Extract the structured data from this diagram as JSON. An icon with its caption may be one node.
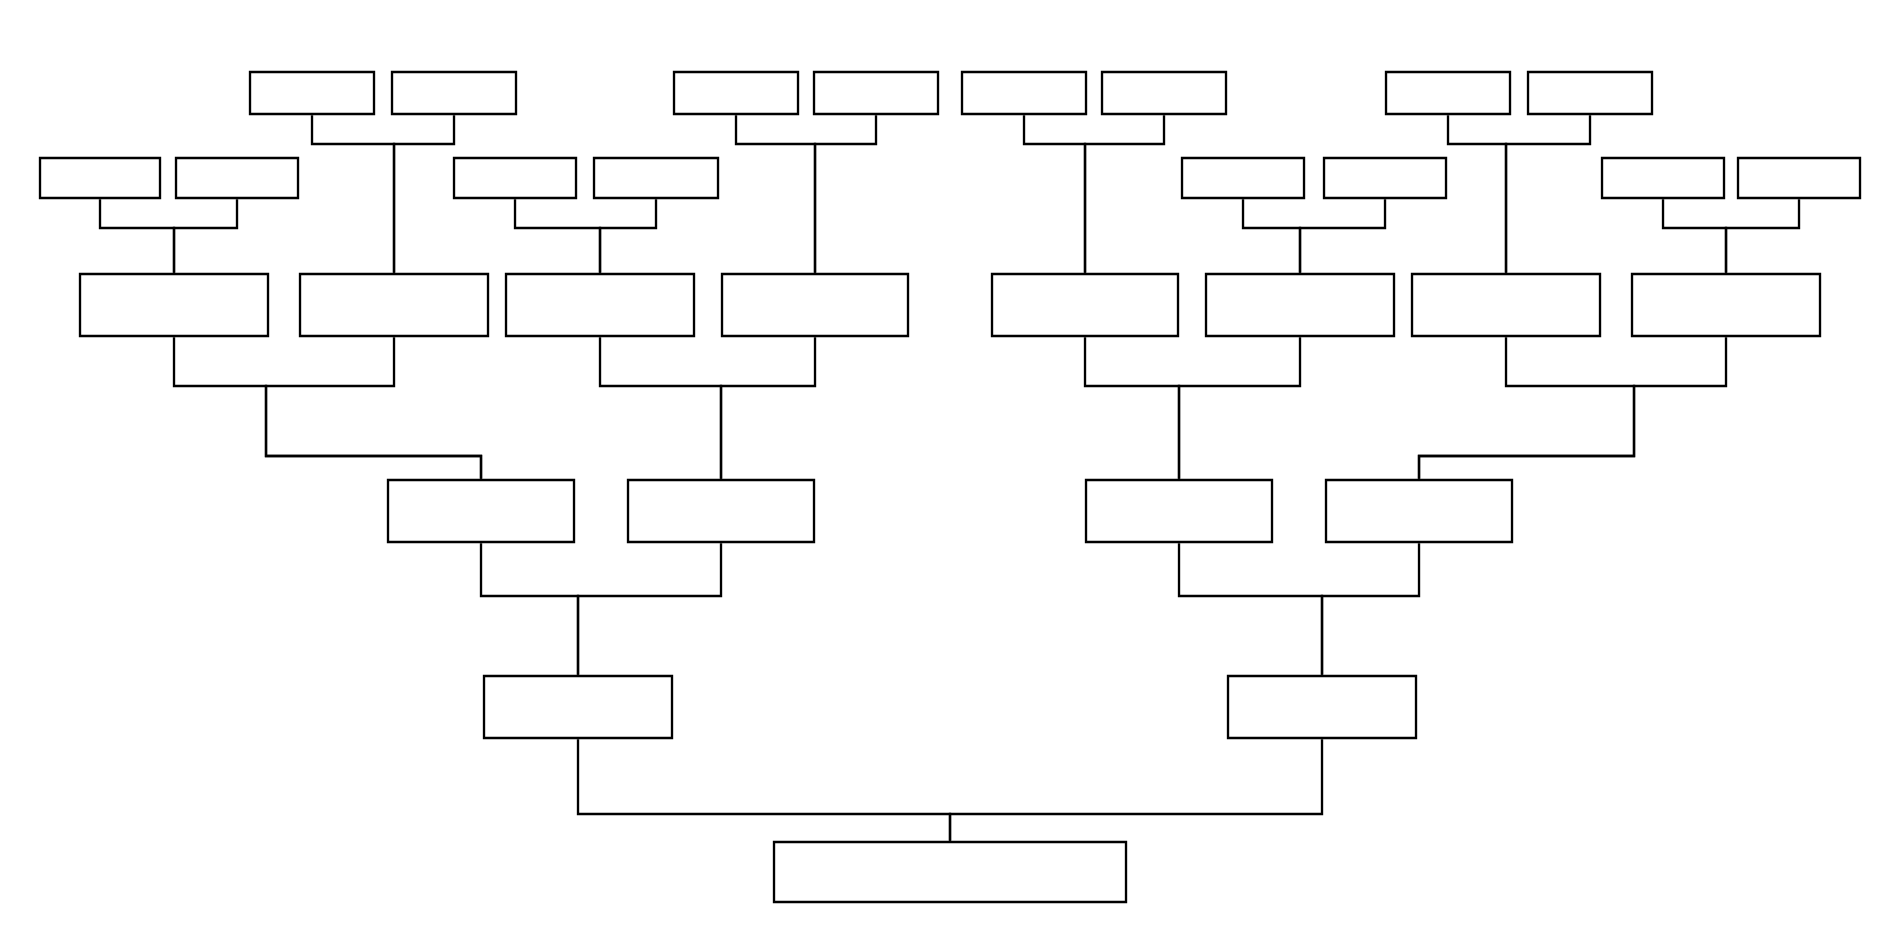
{
  "diagram": {
    "nodes": [
      {
        "text": [],
        "shape": "box"
      },
      {
        "text": [],
        "shape": "box"
      },
      {
        "text": [],
        "shape": "box"
      },
      {
        "text": [],
        "shape": "box"
      },
      {
        "text": [],
        "shape": "box"
      },
      {
        "text": [],
        "shape": "box"
      },
      {
        "text": [],
        "shape": "box"
      },
      {
        "text": [],
        "shape": "box"
      },
      {
        "text": [],
        "shape": "box"
      },
      {
        "text": [],
        "shape": "box"
      },
      {
        "text": [],
        "shape": "box"
      },
      {
        "text": [],
        "shape": "box"
      },
      {
        "text": [],
        "shape": "box"
      },
      {
        "text": [],
        "shape": "box"
      },
      {
        "text": [],
        "shape": "box"
      },
      {
        "text": [],
        "shape": "box"
      },
      {
        "text": [],
        "shape": "box"
      },
      {
        "text": [],
        "shape": "box"
      },
      {
        "text": [],
        "shape": "box"
      },
      {
        "text": [],
        "shape": "box"
      },
      {
        "text": [],
        "shape": "box"
      },
      {
        "text": [],
        "shape": "box"
      },
      {
        "text": [],
        "shape": "box"
      },
      {
        "text": [],
        "shape": "box"
      },
      {
        "text": [],
        "shape": "box"
      },
      {
        "text": [],
        "shape": "box"
      },
      {
        "text": [],
        "shape": "box"
      },
      {
        "text": [],
        "shape": "box"
      },
      {
        "text": [],
        "shape": "box"
      },
      {
        "text": [],
        "shape": "box"
      },
      {
        "text": [],
        "shape": "box"
      }
    ],
    "edges": [
      {
        "from": 16,
        "to": 8,
        "arrow": "none"
      },
      {
        "from": 16,
        "to": 9,
        "arrow": "none"
      },
      {
        "from": 17,
        "to": 0,
        "arrow": "none"
      },
      {
        "from": 17,
        "to": 1,
        "arrow": "none"
      },
      {
        "from": 18,
        "to": 10,
        "arrow": "none"
      },
      {
        "from": 18,
        "to": 11,
        "arrow": "none"
      },
      {
        "from": 19,
        "to": 2,
        "arrow": "none"
      },
      {
        "from": 19,
        "to": 3,
        "arrow": "none"
      },
      {
        "from": 20,
        "to": 4,
        "arrow": "none"
      },
      {
        "from": 20,
        "to": 5,
        "arrow": "none"
      },
      {
        "from": 21,
        "to": 12,
        "arrow": "none"
      },
      {
        "from": 21,
        "to": 13,
        "arrow": "none"
      },
      {
        "from": 22,
        "to": 6,
        "arrow": "none"
      },
      {
        "from": 22,
        "to": 7,
        "arrow": "none"
      },
      {
        "from": 23,
        "to": 14,
        "arrow": "none"
      },
      {
        "from": 23,
        "to": 15,
        "arrow": "none"
      },
      {
        "from": 24,
        "to": 16,
        "arrow": "none"
      },
      {
        "from": 24,
        "to": 17,
        "arrow": "none"
      },
      {
        "from": 25,
        "to": 18,
        "arrow": "none"
      },
      {
        "from": 25,
        "to": 19,
        "arrow": "none"
      },
      {
        "from": 26,
        "to": 20,
        "arrow": "none"
      },
      {
        "from": 26,
        "to": 21,
        "arrow": "none"
      },
      {
        "from": 27,
        "to": 22,
        "arrow": "none"
      },
      {
        "from": 27,
        "to": 23,
        "arrow": "none"
      },
      {
        "from": 28,
        "to": 24,
        "arrow": "none"
      },
      {
        "from": 28,
        "to": 25,
        "arrow": "none"
      },
      {
        "from": 29,
        "to": 26,
        "arrow": "none"
      },
      {
        "from": 29,
        "to": 27,
        "arrow": "none"
      },
      {
        "from": 30,
        "to": 28,
        "arrow": "none"
      },
      {
        "from": 30,
        "to": 29,
        "arrow": "none"
      }
    ]
  }
}
